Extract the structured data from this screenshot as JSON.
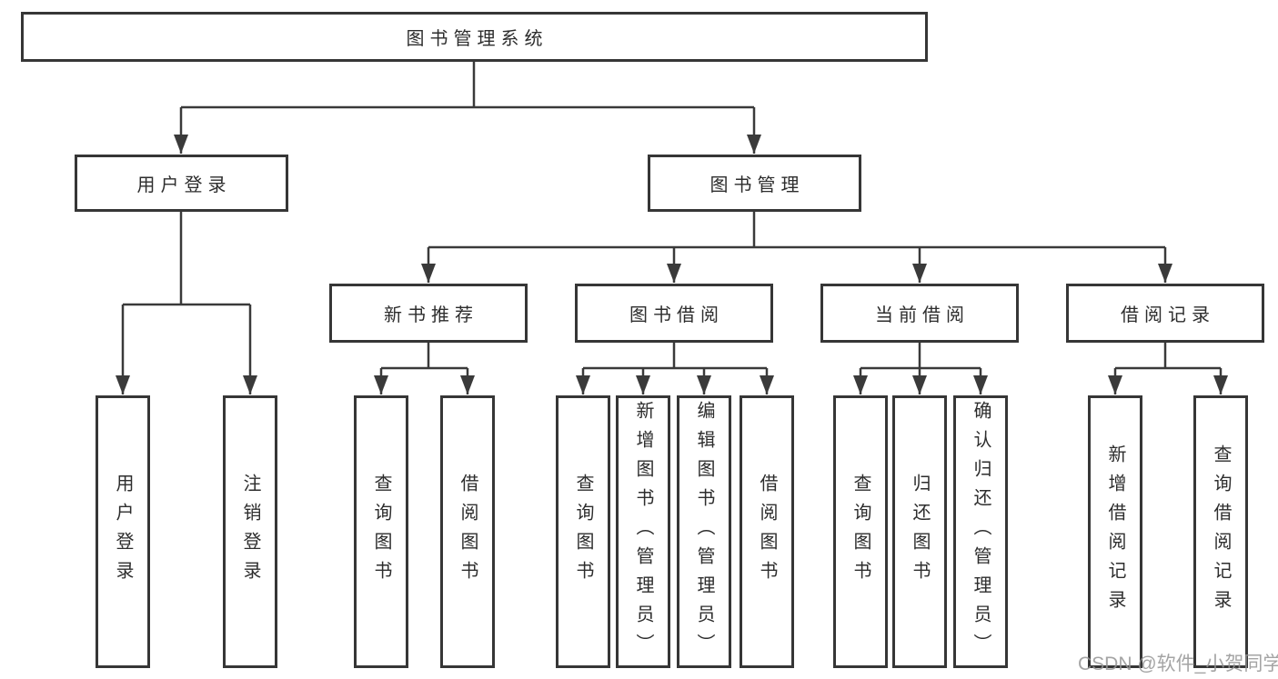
{
  "tree": {
    "root": {
      "label": "图书管理系统"
    },
    "children": [
      {
        "label": "用户登录",
        "children": [
          {
            "label": "用户登录"
          },
          {
            "label": "注销登录"
          }
        ]
      },
      {
        "label": "图书管理",
        "children": [
          {
            "label": "新书推荐",
            "children": [
              {
                "label": "查询图书"
              },
              {
                "label": "借阅图书"
              }
            ]
          },
          {
            "label": "图书借阅",
            "children": [
              {
                "label": "查询图书"
              },
              {
                "label": "新增图书（管理员）"
              },
              {
                "label": "编辑图书（管理员）"
              },
              {
                "label": "借阅图书"
              }
            ]
          },
          {
            "label": "当前借阅",
            "children": [
              {
                "label": "查询图书"
              },
              {
                "label": "归还图书"
              },
              {
                "label": "确认归还（管理员）"
              }
            ]
          },
          {
            "label": "借阅记录",
            "children": [
              {
                "label": "新增借阅记录"
              },
              {
                "label": "查询借阅记录"
              }
            ]
          }
        ]
      }
    ]
  },
  "watermark": {
    "text": "CSDN @软件_小贺同学"
  },
  "colors": {
    "line": "#3a3a3a",
    "box_border": "#363636",
    "text": "#2d2d2d",
    "watermark": "#949494",
    "background": "#ffffff"
  }
}
